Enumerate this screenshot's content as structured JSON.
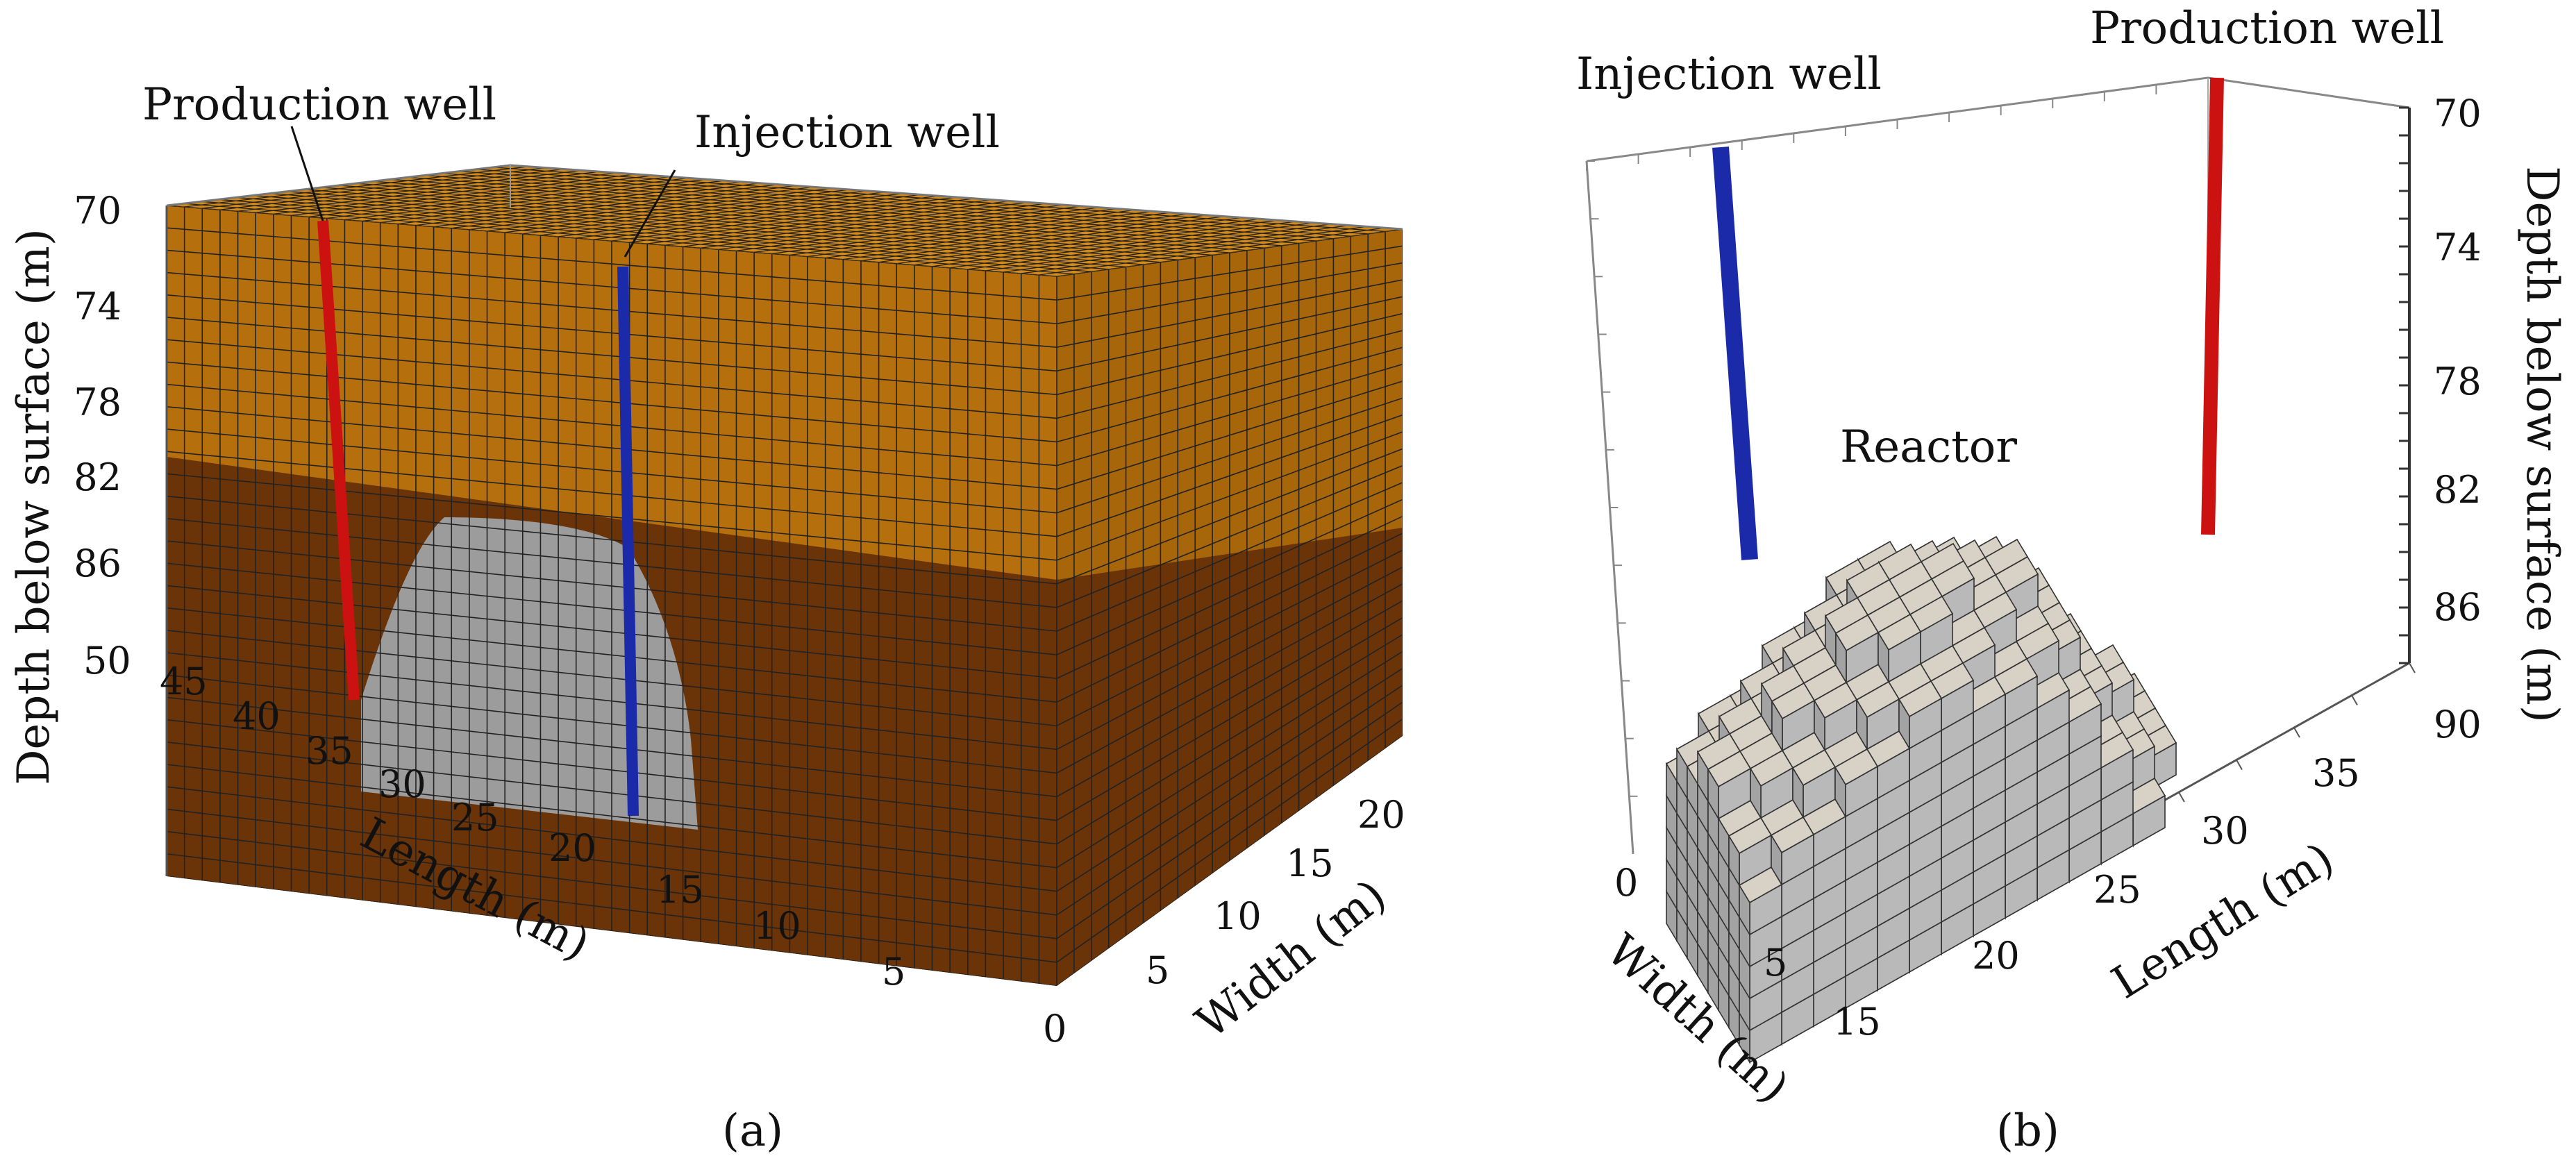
{
  "panel_a": {
    "caption": "(a)",
    "depth_axis_label": "Depth below surface (m)",
    "depth_ticks": [
      "70",
      "74",
      "78",
      "82",
      "86"
    ],
    "length_axis_label": "Length (m)",
    "length_ticks": [
      "50",
      "45",
      "40",
      "35",
      "30",
      "25",
      "20",
      "15",
      "10",
      "5"
    ],
    "width_axis_label": "Width (m)",
    "width_ticks": [
      "0",
      "5",
      "10",
      "15",
      "20"
    ],
    "production_well_label": "Production well",
    "injection_well_label": "Injection well",
    "colors": {
      "upper_layer_top": "#d48a18",
      "upper_layer_front": "#b5700d",
      "upper_layer_side": "#a8660b",
      "lower_layer": "#6b3408",
      "reactor_section": "#9c9c9c",
      "grid_lines": "#222222",
      "production_well": "#cc1111",
      "injection_well": "#1a2aa8"
    }
  },
  "panel_b": {
    "caption": "(b)",
    "depth_axis_label": "Depth below surface (m)",
    "depth_ticks": [
      "70",
      "74",
      "78",
      "82",
      "86",
      "90"
    ],
    "length_axis_label": "Length (m)",
    "length_ticks": [
      "20",
      "25",
      "30",
      "35"
    ],
    "width_axis_label": "Width (m)",
    "width_ticks": [
      "0",
      "5",
      "15"
    ],
    "production_well_label": "Production well",
    "injection_well_label": "Injection well",
    "reactor_label": "Reactor",
    "colors": {
      "reactor_face": "#b9b9b9",
      "reactor_top": "#d8d2c6",
      "reactor_side": "#a3a3a3",
      "production_well": "#cc1111",
      "injection_well": "#1a2aa8"
    }
  }
}
